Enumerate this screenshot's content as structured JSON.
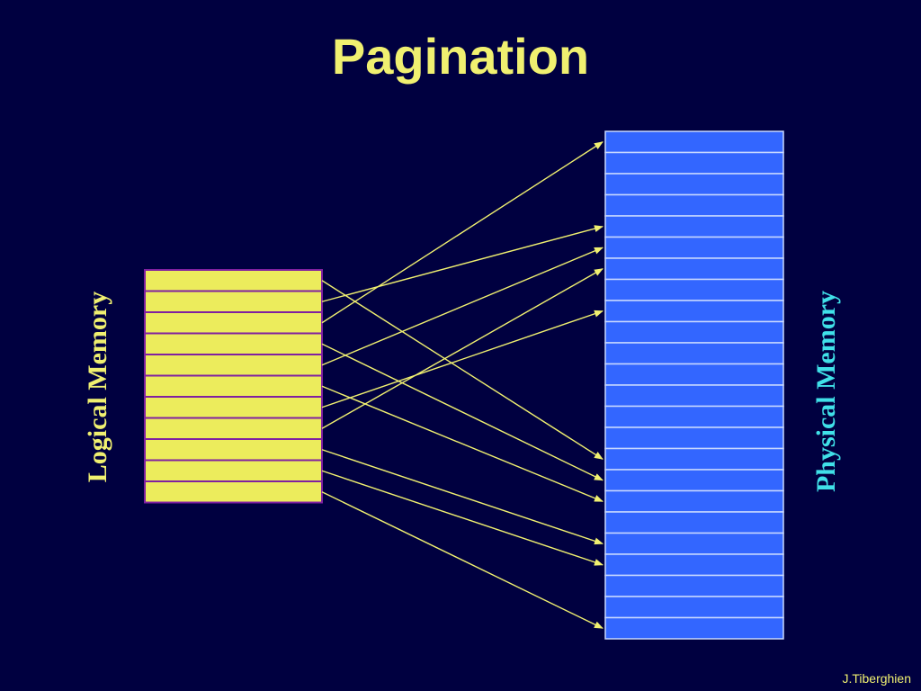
{
  "slide": {
    "title": "Pagination",
    "author": "J.Tiberghien"
  },
  "diagram": {
    "logical_label": "Logical Memory",
    "physical_label": "Physical Memory",
    "logical_pages": 11,
    "physical_frames": 24,
    "mappings": [
      {
        "page": 0,
        "frame": 15
      },
      {
        "page": 1,
        "frame": 4
      },
      {
        "page": 2,
        "frame": 0
      },
      {
        "page": 3,
        "frame": 16
      },
      {
        "page": 4,
        "frame": 5
      },
      {
        "page": 5,
        "frame": 17
      },
      {
        "page": 6,
        "frame": 8
      },
      {
        "page": 7,
        "frame": 6
      },
      {
        "page": 8,
        "frame": 19
      },
      {
        "page": 9,
        "frame": 20
      },
      {
        "page": 10,
        "frame": 23
      }
    ],
    "colors": {
      "background": "#000040",
      "logical_fill": "#ecec5c",
      "logical_border": "#8020a0",
      "physical_fill": "#3366ff",
      "physical_border": "#c8d8ff",
      "arrow": "#f0f070",
      "title": "#f0f070",
      "physical_label": "#40e0e8"
    }
  }
}
